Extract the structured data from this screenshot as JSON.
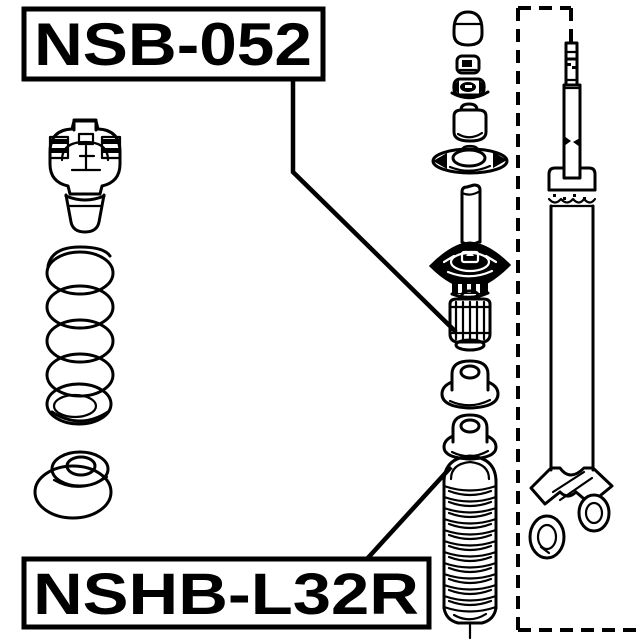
{
  "colors": {
    "background": "#ffffff",
    "ink": "#000000"
  },
  "labels": {
    "top_part_number": "NSB-052",
    "bottom_part_number": "NSHB-L32R"
  },
  "callouts": [
    {
      "label": "NSB-052",
      "target": "ribbed-bushing"
    },
    {
      "label": "NSHB-L32R",
      "target": "dust-boot-bellows"
    }
  ],
  "parts": {
    "left_column": [
      "strut-mount",
      "coil-spring",
      "mount-grommet"
    ],
    "center_column": [
      "bump-cap",
      "lock-nut",
      "flanged-nut",
      "small-bushing",
      "winged-washer-plate",
      "spacer-tube",
      "upper-mount-plate",
      "ribbed-bushing",
      "upper-grommet",
      "lower-grommet",
      "dust-boot-bellows"
    ],
    "right_column": [
      "shock-absorber-assembly"
    ]
  }
}
